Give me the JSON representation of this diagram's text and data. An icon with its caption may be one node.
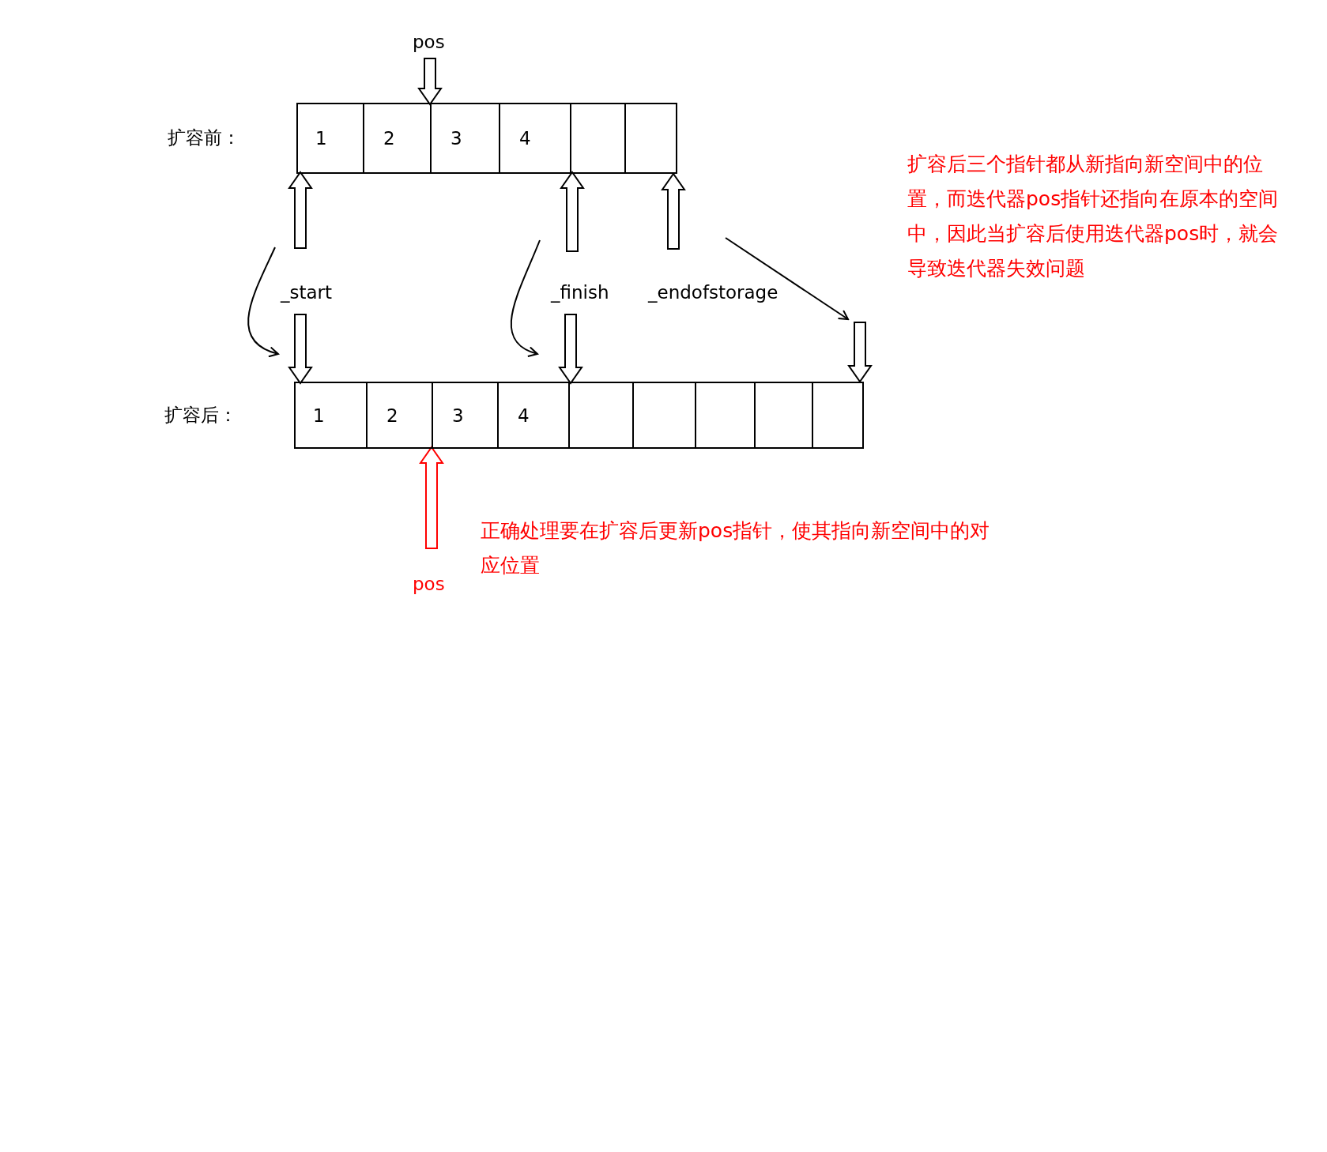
{
  "diagram": {
    "nodes": [
      {
        "text": [
          "pos"
        ]
      },
      {
        "text": [
          "扩容前："
        ]
      },
      {
        "text": [
          "1"
        ],
        "in": 1
      },
      {
        "text": [
          "2"
        ],
        "in": 1
      },
      {
        "text": [
          "3"
        ],
        "in": 1
      },
      {
        "text": [
          "4"
        ],
        "in": 1
      },
      {
        "text": [],
        "shape": "box",
        "in": 1
      },
      {
        "text": [],
        "shape": "box",
        "in": 1
      },
      {
        "text": [
          "_start"
        ]
      },
      {
        "text": [
          "_finish"
        ]
      },
      {
        "text": [
          "_endofstorage"
        ]
      },
      {
        "text": [
          "扩容后："
        ]
      },
      {
        "text": [
          "1"
        ],
        "in": 11
      },
      {
        "text": [
          "2"
        ],
        "in": 11
      },
      {
        "text": [
          "3"
        ],
        "in": 11
      },
      {
        "text": [
          "4"
        ],
        "in": 11
      },
      {
        "text": [],
        "shape": "box",
        "in": 11
      },
      {
        "text": [],
        "shape": "box",
        "in": 11
      },
      {
        "text": [],
        "shape": "box",
        "in": 11
      },
      {
        "text": [],
        "shape": "box",
        "in": 11
      },
      {
        "text": [],
        "shape": "box",
        "in": 11
      },
      {
        "text": [
          "pos"
        ]
      }
    ],
    "edges": [
      {
        "from": 0,
        "to": 4,
        "arrow": "to"
      },
      {
        "from": 8,
        "to": 2,
        "arrow": "to"
      },
      {
        "from": 8,
        "to": 12,
        "arrow": "to"
      },
      {
        "from": 9,
        "to": 6,
        "arrow": "to"
      },
      {
        "from": 9,
        "to": 16,
        "arrow": "to"
      },
      {
        "from": 10,
        "to": 1,
        "arrow": "to"
      },
      {
        "from": null,
        "to": 11,
        "arrow": "to"
      },
      {
        "from": 21,
        "to": 14,
        "arrow": "to",
        "color": "#ff0000"
      }
    ],
    "labels": [
      "扩容后三个指针都从新指向新空间中的位置，而迭代器pos指针还指向在原本的空间中，因此当扩容后使用迭代器pos时，就会导致迭代器失效问题",
      "正确处理要在扩容后更新pos指针，使其指向新空间中的对应位置"
    ]
  }
}
